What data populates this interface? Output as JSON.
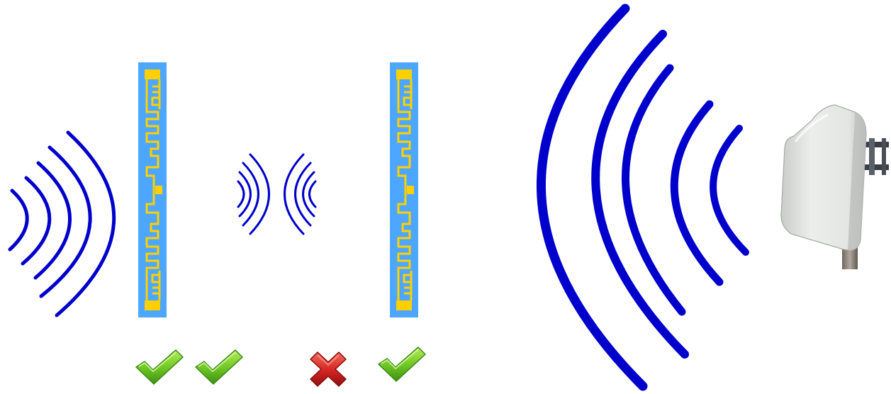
{
  "colors": {
    "wave": "#0000cc",
    "tag_substrate": "#4da6ff",
    "tag_antenna": "#ffd000",
    "check_green": "#66c21f",
    "cross_red": "#cc1a1a",
    "reader_body": "#d9dbd9",
    "background": "#ffffff"
  },
  "elements": {
    "left_waves": {
      "icon": "radio-waves-icon",
      "ring_count": 5
    },
    "tag_left": {
      "icon": "uhf-rfid-tag-icon"
    },
    "interference_waves": {
      "icon": "colliding-waves-icon",
      "ring_count_each_side": 4
    },
    "tag_right": {
      "icon": "uhf-rfid-tag-icon"
    },
    "reader_waves": {
      "icon": "large-radio-waves-icon",
      "ring_count": 5
    },
    "reader": {
      "icon": "rfid-panel-antenna-icon"
    }
  },
  "status_marks": [
    {
      "name": "check-icon",
      "status": "ok"
    },
    {
      "name": "check-icon",
      "status": "ok"
    },
    {
      "name": "cross-icon",
      "status": "fail"
    },
    {
      "name": "check-icon",
      "status": "ok"
    }
  ]
}
